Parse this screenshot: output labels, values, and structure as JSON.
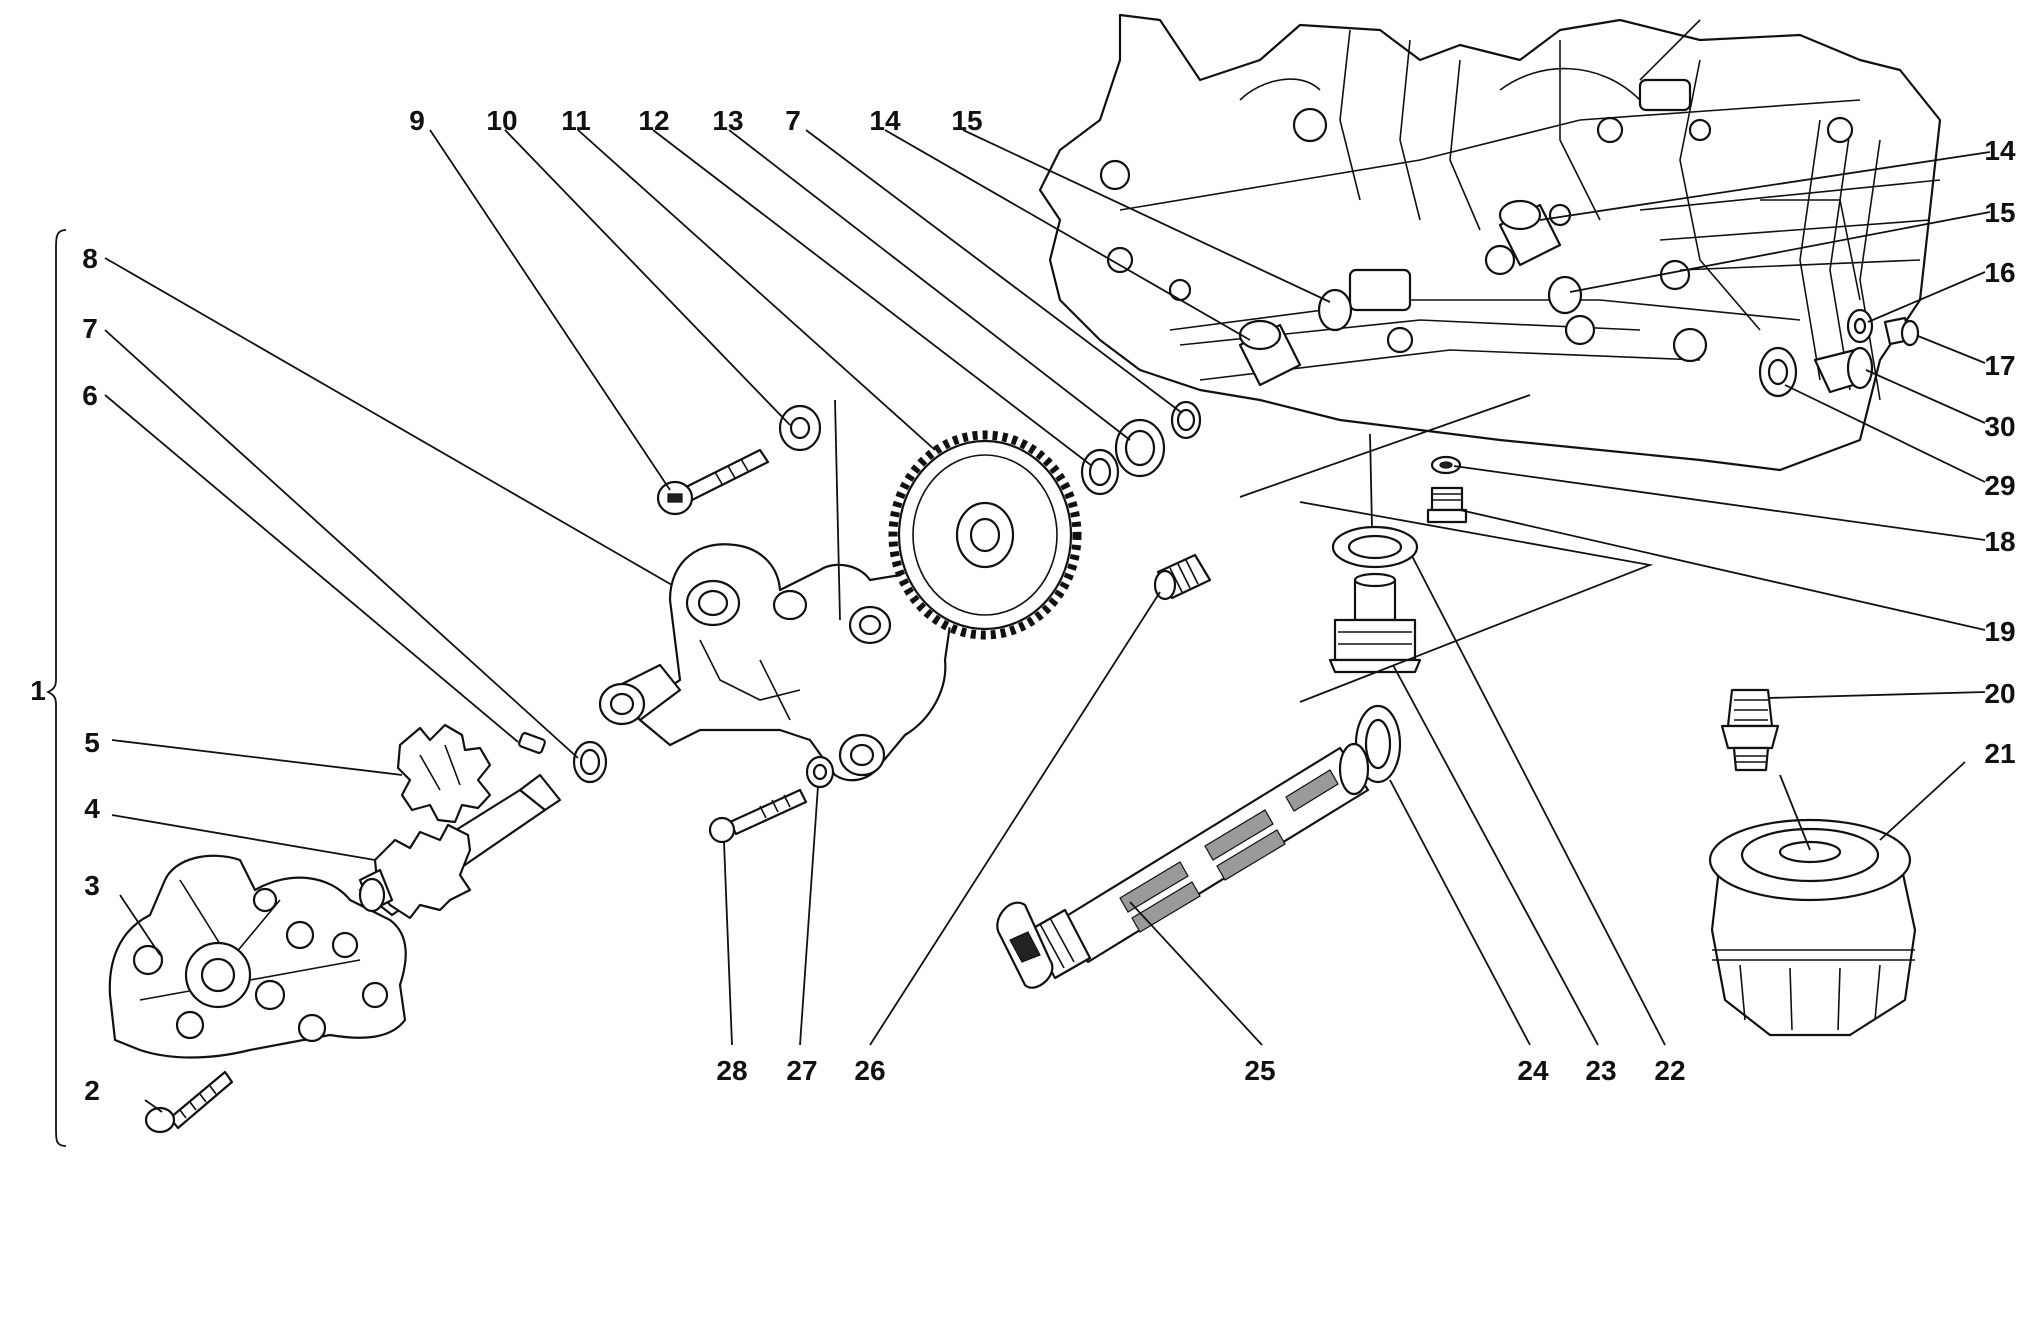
{
  "callouts": [
    "1",
    "2",
    "3",
    "4",
    "5",
    "6",
    "7",
    "8",
    "9",
    "10",
    "11",
    "12",
    "13",
    "7",
    "14",
    "15",
    "14",
    "15",
    "16",
    "17",
    "30",
    "29",
    "18",
    "19",
    "20",
    "21",
    "22",
    "23",
    "24",
    "25",
    "26",
    "27",
    "28"
  ]
}
